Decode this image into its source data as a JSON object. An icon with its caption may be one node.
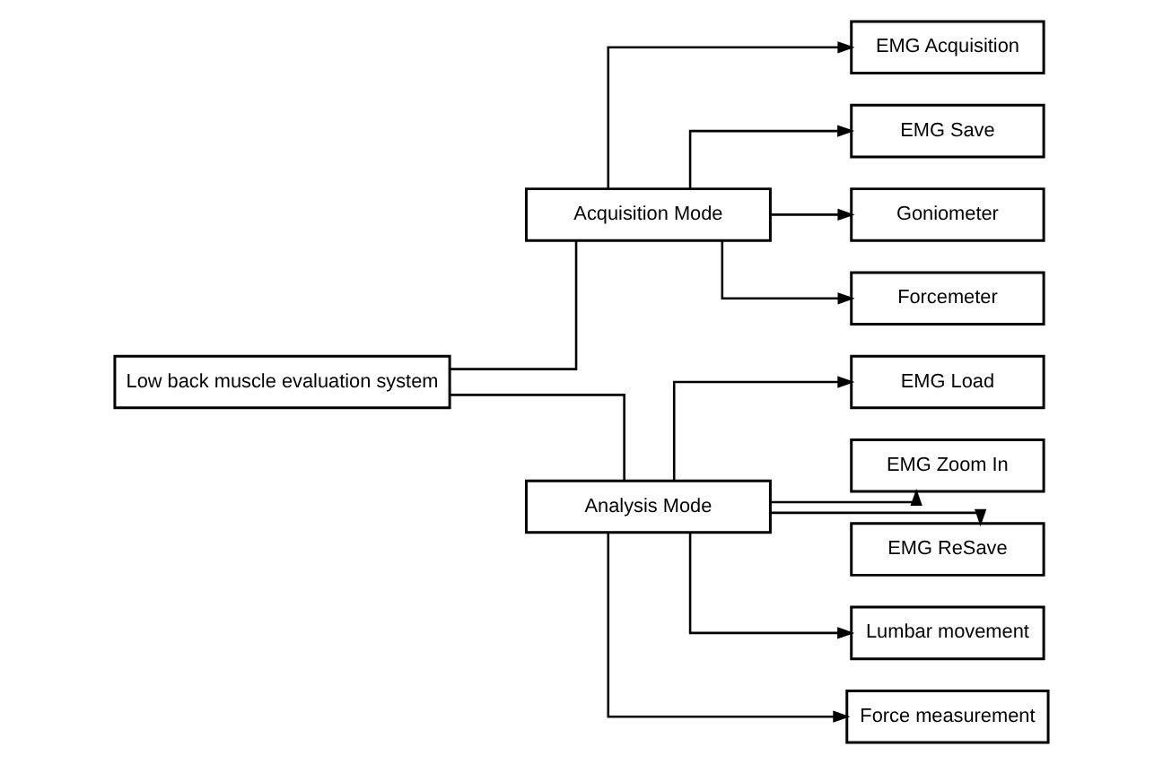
{
  "diagram": {
    "nodes": [
      {
        "text": [
          "Low back muscle evaluation system"
        ]
      },
      {
        "text": [
          "Acquisition Mode"
        ]
      },
      {
        "text": [
          "Analysis Mode"
        ]
      },
      {
        "text": [
          "EMG Acquisition"
        ]
      },
      {
        "text": [
          "EMG Save"
        ]
      },
      {
        "text": [
          "Goniometer"
        ]
      },
      {
        "text": [
          "Forcemeter"
        ]
      },
      {
        "text": [
          "EMG Load"
        ]
      },
      {
        "text": [
          "EMG Zoom In"
        ]
      },
      {
        "text": [
          "EMG ReSave"
        ]
      },
      {
        "text": [
          "Lumbar movement"
        ]
      },
      {
        "text": [
          "Force measurement"
        ]
      }
    ],
    "edges": [
      {
        "from": 0,
        "to": 1,
        "arrow": "none"
      },
      {
        "from": 0,
        "to": 2,
        "arrow": "none"
      },
      {
        "from": 1,
        "to": 3,
        "arrow": "to"
      },
      {
        "from": 1,
        "to": 4,
        "arrow": "to"
      },
      {
        "from": 1,
        "to": 5,
        "arrow": "to"
      },
      {
        "from": 1,
        "to": 6,
        "arrow": "to"
      },
      {
        "from": 2,
        "to": 7,
        "arrow": "to"
      },
      {
        "from": 2,
        "to": 8,
        "arrow": "to"
      },
      {
        "from": 2,
        "to": 9,
        "arrow": "to"
      },
      {
        "from": 2,
        "to": 10,
        "arrow": "to"
      },
      {
        "from": 2,
        "to": 11,
        "arrow": "to"
      }
    ]
  }
}
